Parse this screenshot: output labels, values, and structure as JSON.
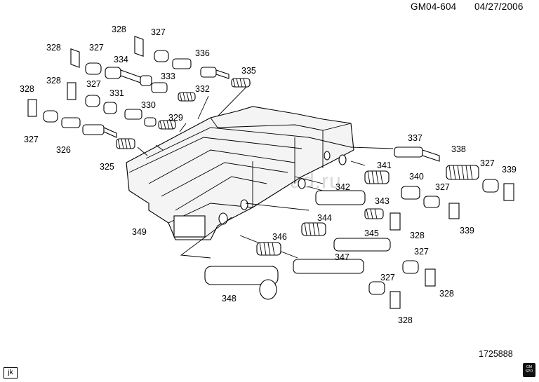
{
  "header": {
    "code": "GM04-604",
    "date": "04/27/2006"
  },
  "footer": {
    "figure_number": "1725888",
    "stamp": "jk",
    "logo": "GM SPO"
  },
  "watermark": "www.autohead.ru",
  "callouts": {
    "c328a": "328",
    "c327a": "327",
    "c328b": "328",
    "c327b": "327",
    "c334": "334",
    "c336": "336",
    "c335": "335",
    "c328c": "328",
    "c327c": "327",
    "c333": "333",
    "c332": "332",
    "c328d": "328",
    "c331": "331",
    "c330": "330",
    "c329": "329",
    "c327d": "327",
    "c326": "326",
    "c325": "325",
    "c349": "349",
    "c337": "337",
    "c338": "338",
    "c327e": "327",
    "c339a": "339",
    "c341": "341",
    "c340": "340",
    "c327f": "327",
    "c342": "342",
    "c343": "343",
    "c339b": "339",
    "c344": "344",
    "c328e": "328",
    "c345": "345",
    "c346": "346",
    "c327g": "327",
    "c347": "347",
    "c327h": "327",
    "c328f": "328",
    "c348": "348",
    "c328g": "328"
  }
}
